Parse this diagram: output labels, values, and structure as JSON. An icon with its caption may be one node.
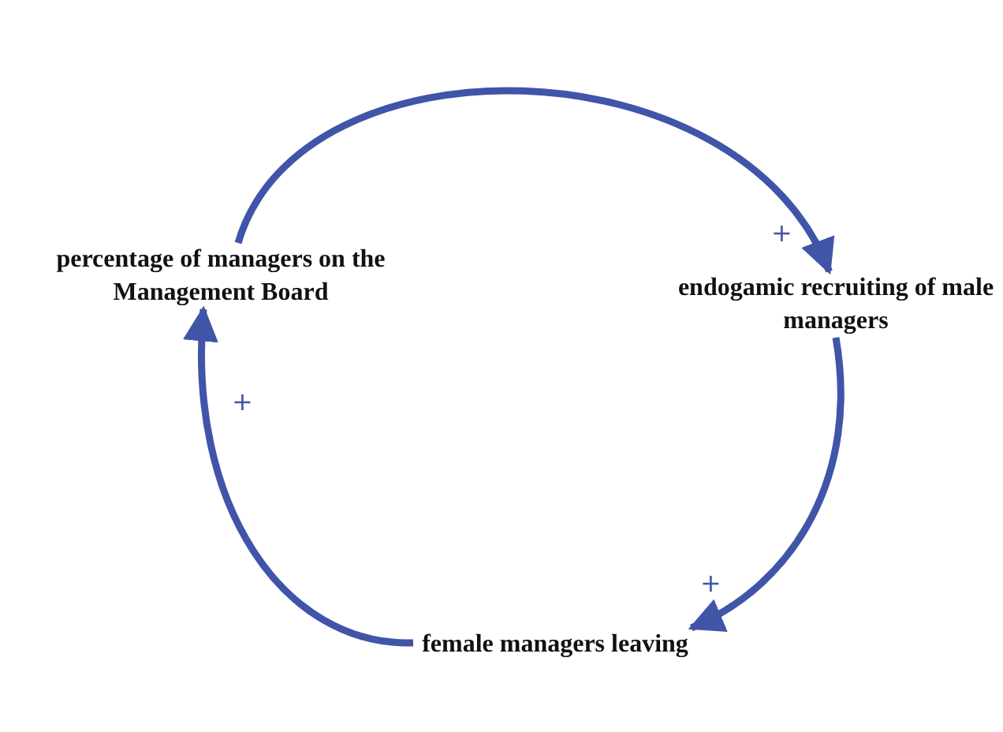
{
  "diagram": {
    "nodes": [
      {
        "text": [
          "percentage of managers on the Management Board"
        ]
      },
      {
        "text": [
          "endogamic recruiting of male managers"
        ]
      },
      {
        "text": [
          "female managers leaving"
        ]
      }
    ],
    "edges": [
      {
        "from": 0,
        "to": 1,
        "arrow": "to",
        "label": "+"
      },
      {
        "from": 1,
        "to": 2,
        "arrow": "to",
        "label": "+"
      },
      {
        "from": 2,
        "to": 0,
        "arrow": "to",
        "label": "+"
      }
    ]
  }
}
